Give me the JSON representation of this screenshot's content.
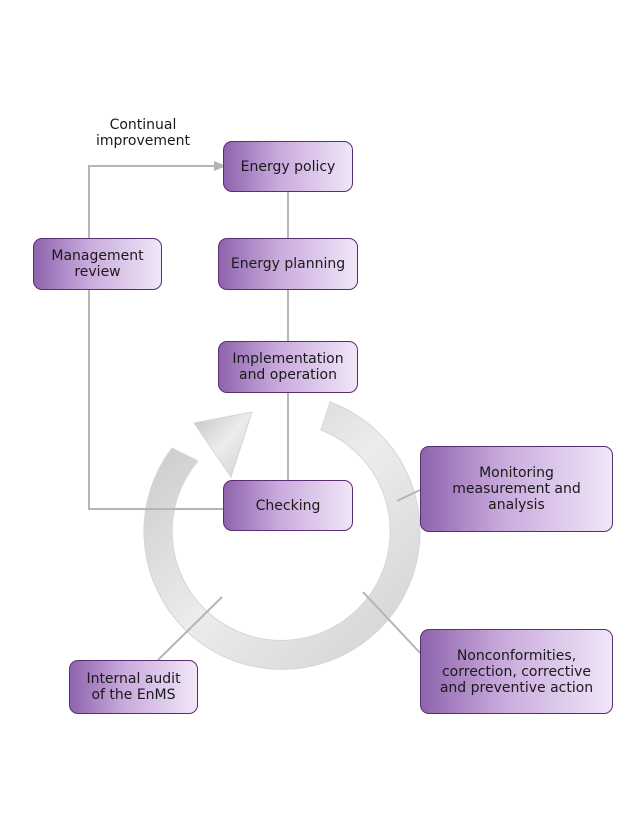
{
  "caption": "Continual\nimprovement",
  "nodes": {
    "energy_policy": "Energy policy",
    "energy_planning": "Energy planning",
    "implementation": "Implementation\nand operation",
    "checking": "Checking",
    "management_review": "Management\nreview",
    "monitoring": "Monitoring\nmeasurement and\nanalysis",
    "nonconformities": "Nonconformities,\ncorrection, corrective\nand preventive action",
    "internal_audit": "Internal audit\nof the EnMS"
  },
  "colors": {
    "box_border": "#5b2d73",
    "box_fill_dark": "#8e64ad",
    "box_fill_light": "#f1e6f8",
    "connector": "#b5b5b5",
    "cycle_arrow": "#cfcfcf"
  }
}
